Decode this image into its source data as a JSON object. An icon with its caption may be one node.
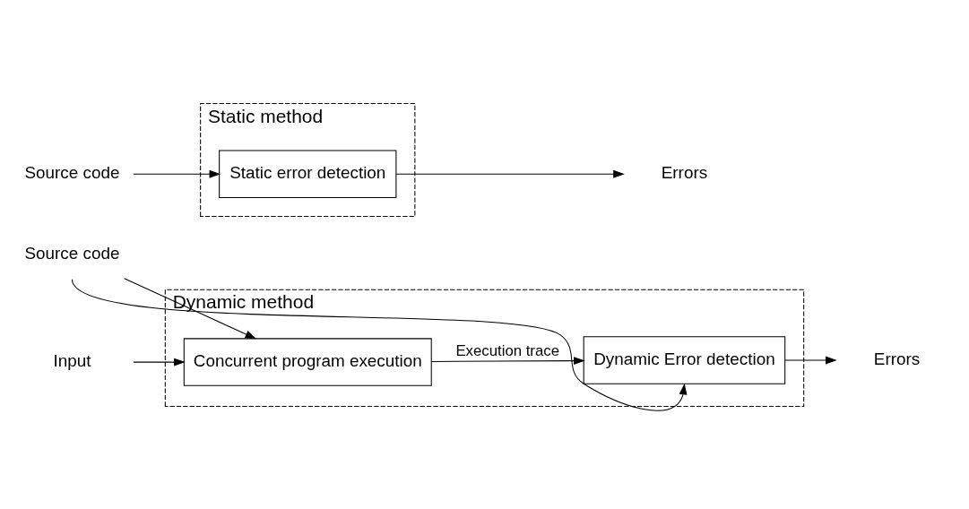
{
  "diagram": {
    "nodes": [
      {
        "text": [
          "Static method"
        ]
      },
      {
        "text": [
          "Source code"
        ]
      },
      {
        "text": [
          "Static error detection"
        ],
        "in": 0
      },
      {
        "text": [
          "Errors"
        ]
      },
      {
        "text": [
          "Dynamic method"
        ]
      },
      {
        "text": [
          "Input"
        ]
      },
      {
        "text": [
          "Source code"
        ]
      },
      {
        "text": [
          "Concurrent program execution"
        ],
        "in": 4
      },
      {
        "text": [
          "Dynamic Error detection"
        ],
        "in": 4
      },
      {
        "text": [
          "Errors"
        ]
      }
    ],
    "edges": [
      {
        "from": 1,
        "to": 2,
        "arrow": "to"
      },
      {
        "from": 2,
        "to": 3,
        "arrow": "to"
      },
      {
        "from": 5,
        "to": 7,
        "arrow": "to"
      },
      {
        "from": 6,
        "to": 7,
        "arrow": "to"
      },
      {
        "from": 6,
        "to": 8,
        "arrow": "to"
      },
      {
        "from": 7,
        "to": 8,
        "arrow": "to",
        "label": "Execution trace"
      },
      {
        "from": 8,
        "to": 9,
        "arrow": "to"
      }
    ]
  }
}
